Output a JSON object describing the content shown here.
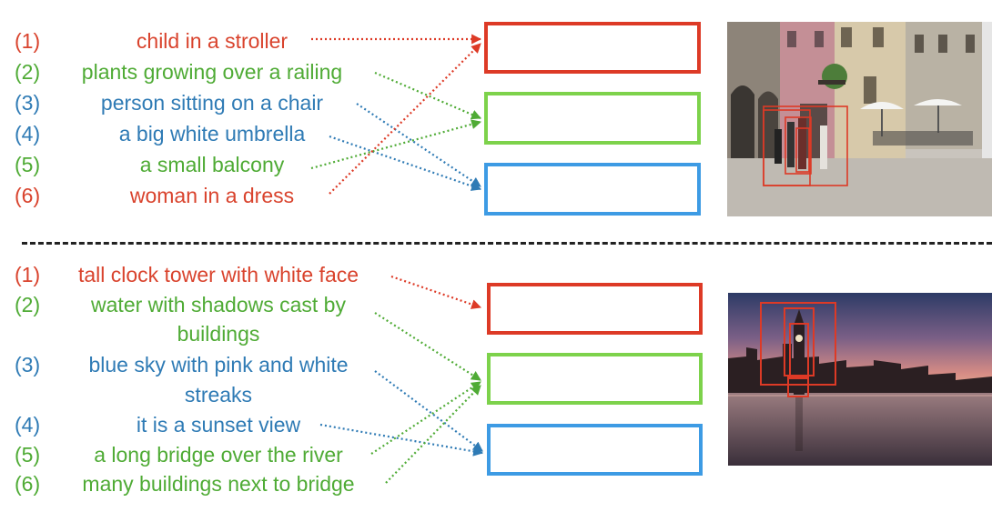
{
  "top_group": {
    "items": [
      {
        "num": "(1)",
        "text": "child in a stroller",
        "color": "#d9432d"
      },
      {
        "num": "(2)",
        "text": "plants growing over a railing",
        "color": "#4fab35"
      },
      {
        "num": "(3)",
        "text": "person sitting on a chair",
        "color": "#2f7bb5"
      },
      {
        "num": "(4)",
        "text": "a big white umbrella",
        "color": "#2f7bb5"
      },
      {
        "num": "(5)",
        "text": "a small balcony",
        "color": "#4fab35"
      },
      {
        "num": "(6)",
        "text": "woman in a dress",
        "color": "#d9432d"
      }
    ]
  },
  "bottom_group": {
    "items": [
      {
        "num": "(1)",
        "text": "tall clock tower with white face",
        "color": "#d9432d"
      },
      {
        "num": "(2)",
        "text_line1": "water with shadows cast by",
        "text_line2": "buildings",
        "color": "#4fab35"
      },
      {
        "num": "(3)",
        "text_line1": "blue sky with pink and white",
        "text_line2": "streaks",
        "color": "#2f7bb5"
      },
      {
        "num": "(4)",
        "text": "it is a sunset view",
        "color": "#2f7bb5"
      },
      {
        "num": "(5)",
        "text": "a long bridge over the river",
        "color": "#4fab35"
      },
      {
        "num": "(6)",
        "text": "many buildings next to bridge",
        "color": "#4fab35"
      }
    ]
  },
  "colors": {
    "red": "#dd3a26",
    "green": "#7dd24b",
    "blue": "#3d9be4"
  }
}
